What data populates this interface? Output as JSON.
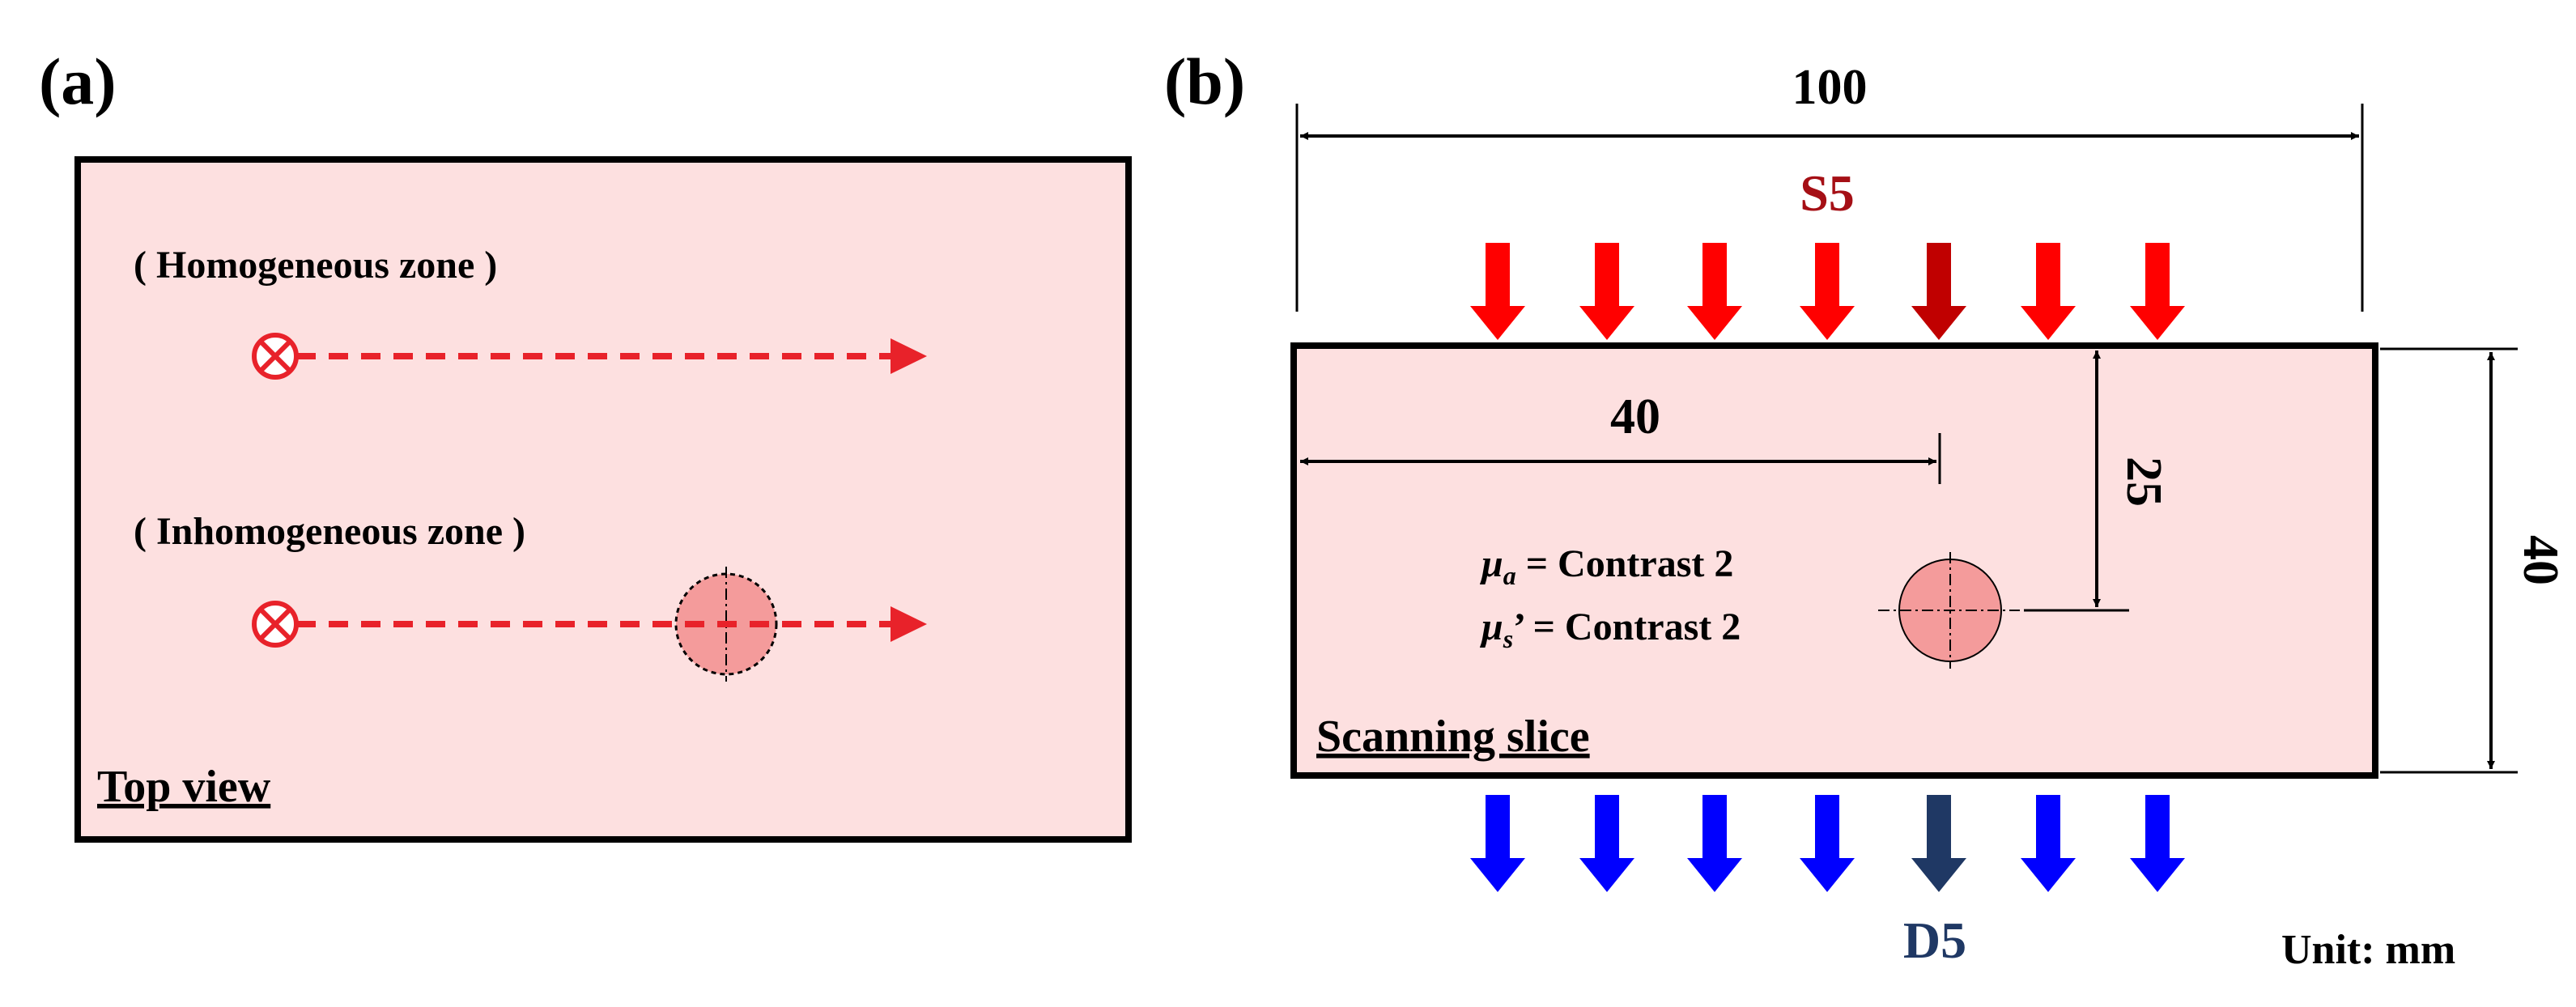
{
  "panel_a": {
    "label": "(a)",
    "homogeneous_label": "( Homogeneous zone )",
    "inhomogeneous_label": "( Inhomogeneous zone )",
    "view_label": "Top view"
  },
  "panel_b": {
    "label": "(b)",
    "width_dim": "100",
    "height_dim": "40",
    "inclusion_x_dim": "40",
    "inclusion_depth_dim": "25",
    "mua_symbol": "μ",
    "mua_sub": "a",
    "mua_value": " = Contrast 2",
    "mus_symbol": "μ",
    "mus_sub": "s",
    "mus_value": "’ = Contrast 2",
    "slice_label": "Scanning slice",
    "source_label": "S5",
    "detector_label": "D5",
    "unit_label": "Unit: mm",
    "source_count": 7,
    "detector_count": 7,
    "highlighted_index": 5
  },
  "colors": {
    "phantom_fill": "#fde0e0",
    "inclusion_fill": "#f49b9b",
    "source_arrow": "#ff0000",
    "source_arrow_highlight": "#c00000",
    "source_text": "#a50f15",
    "detector_arrow": "#0000ff",
    "detector_arrow_highlight": "#1f3864",
    "detector_text": "#1f3864",
    "scan_path": "#e8222a"
  }
}
